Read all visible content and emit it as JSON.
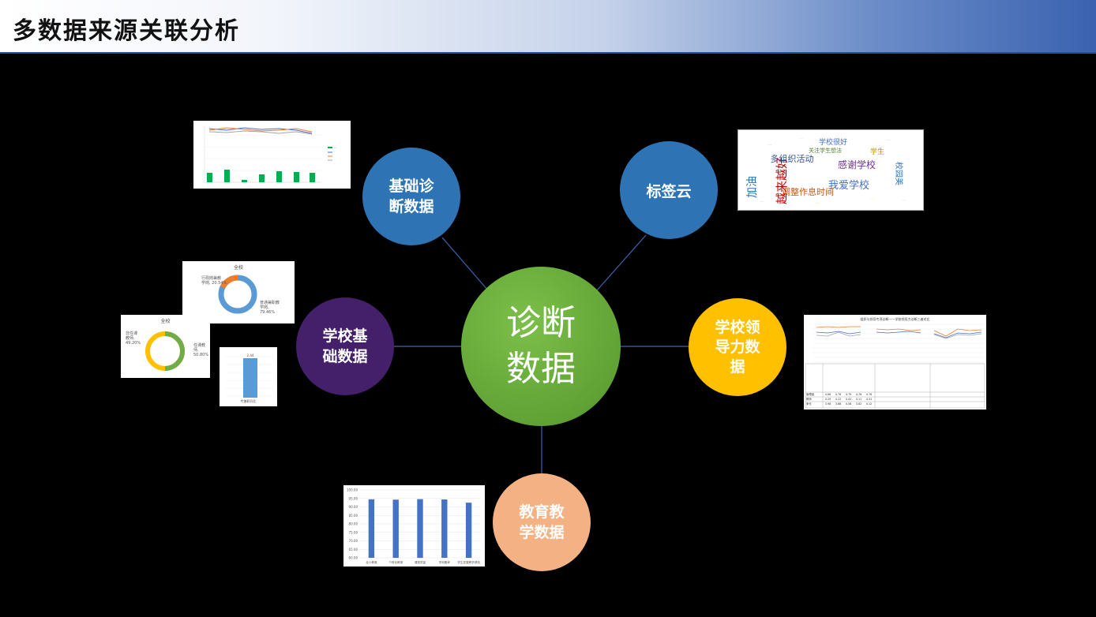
{
  "header": {
    "title": "多数据来源关联分析"
  },
  "nodes": {
    "center": "诊断\n数据",
    "basic": "基础诊\n断数据",
    "tag_cloud": "标签云",
    "school_basic": "学校基\n础数据",
    "leadership": "学校领\n导力数\n据",
    "education": "教育教\n学数据"
  },
  "colors": {
    "center": "#6aab3b",
    "basic": "#2e74b5",
    "tag_cloud": "#2e74b5",
    "school_basic": "#44206b",
    "leadership": "#ffc000",
    "education": "#f4b183"
  },
  "thumbnails": {
    "donut1": {
      "title": "全校",
      "label_a": "行政岗兼教\n学岗, 20.54%",
      "label_b": "普通兼职教\n学岗,\n79.46%"
    },
    "donut2": {
      "title": "全校",
      "label_a": "非任课\n教师,\n49.20%",
      "label_b": "任课教\n师,\n50.80%"
    },
    "single_bar": {
      "value_label": "2.44",
      "category": "专兼职同比"
    },
    "edu_bar": {
      "categories": [
        "全人教育",
        "个别化教育",
        "课堂质量",
        "学科素养",
        "学生发展教学绩效"
      ],
      "values": [
        94.5,
        94.3,
        94.6,
        94.4,
        92.5
      ],
      "ylim": [
        60,
        100
      ],
      "yticks": [
        "100.00",
        "95.00",
        "90.00",
        "85.00",
        "80.00",
        "75.00",
        "70.00",
        "65.00",
        "60.00"
      ]
    },
    "word_cloud": {
      "words": [
        "学校很好",
        "多组织活动",
        "感谢学校",
        "我爱学校",
        "调整作息时间",
        "加油",
        "关注学生想法",
        "校园美",
        "越来越好",
        "学生"
      ]
    },
    "leadership_table": {
      "title": "组织与领导专项诊断——学校领导力诊断三者对比",
      "rows": [
        {
          "name": "管理者",
          "values": [
            "4.66",
            "4.76",
            "4.79",
            "4.76",
            "4.76"
          ]
        },
        {
          "name": "教师",
          "values": [
            "4.29",
            "4.22",
            "4.42",
            "4.11",
            "4.31"
          ]
        },
        {
          "name": "家长",
          "values": [
            "3.98",
            "3.88",
            "4.58",
            "3.82",
            "4.12"
          ]
        }
      ]
    }
  }
}
